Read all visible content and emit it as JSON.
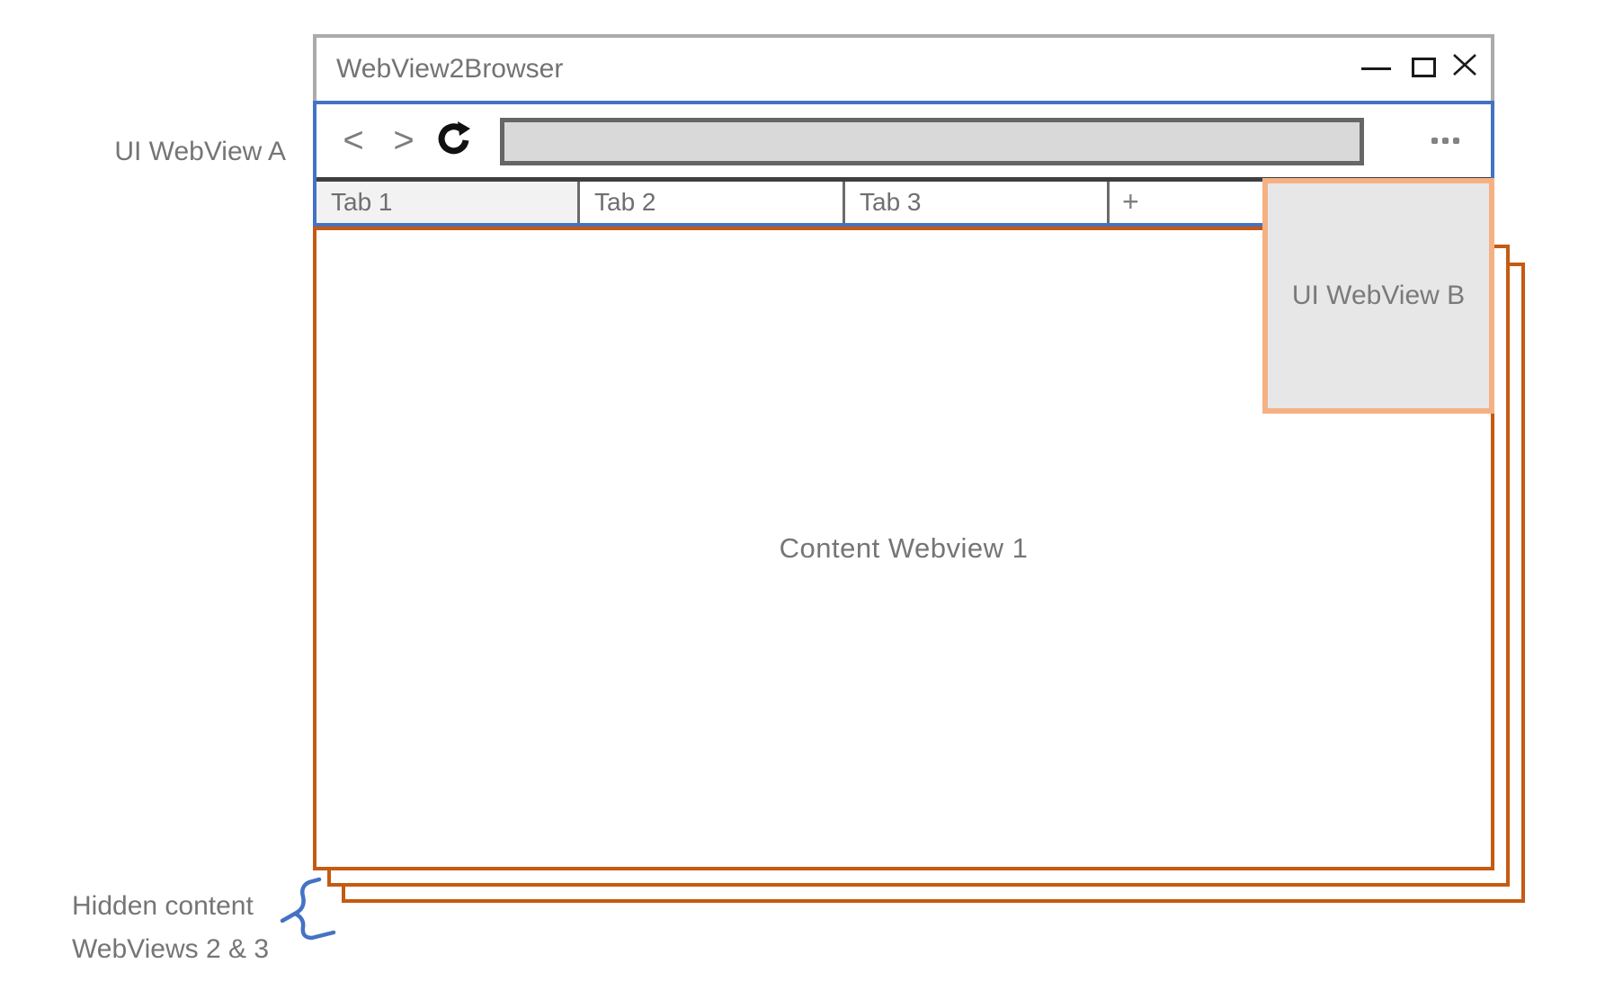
{
  "window": {
    "title": "WebView2Browser",
    "controls": {
      "minimize": "minimize",
      "maximize": "maximize",
      "close": "close"
    }
  },
  "nav": {
    "back_glyph": "<",
    "forward_glyph": ">",
    "refresh": "refresh",
    "address_value": "",
    "menu": "more-options"
  },
  "tabs": [
    {
      "label": "Tab 1",
      "active": true
    },
    {
      "label": "Tab 2",
      "active": false
    },
    {
      "label": "Tab 3",
      "active": false
    },
    {
      "label": "+",
      "active": false
    }
  ],
  "labels": {
    "ui_webview_a": "UI WebView A",
    "ui_webview_b": "UI WebView B",
    "content_webview": "Content Webview 1",
    "hidden_line1": "Hidden content",
    "hidden_line2": "WebViews 2 & 3"
  },
  "colors": {
    "accent_blue": "#4472C4",
    "accent_orange": "#C55A11",
    "peach_border": "#F5B183",
    "panel_fill": "#E8E7E7",
    "active_tab_fill": "#F2F2F2",
    "address_fill": "#D9D9D9",
    "window_border": "#ABABAB",
    "text_gray": "#757575"
  }
}
